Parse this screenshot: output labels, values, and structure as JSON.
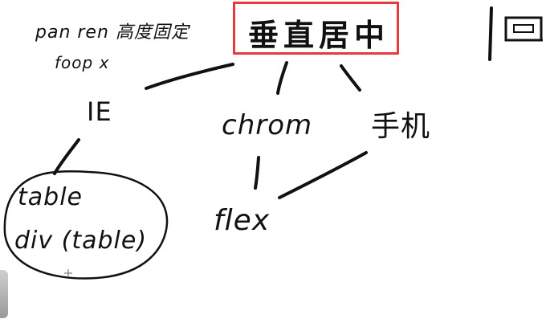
{
  "notes": {
    "top_left_line1": "pan ren 高度固定",
    "top_left_line2": "foop x",
    "title": "垂直居中",
    "ie": "IE",
    "chrome": "chrom",
    "mobile": "手机",
    "table": "table",
    "div_table": "div (table)",
    "flex": "flex"
  },
  "colors": {
    "ink": "#111111",
    "highlight": "#e8393f"
  },
  "icons": {
    "corner": "window-icon"
  }
}
